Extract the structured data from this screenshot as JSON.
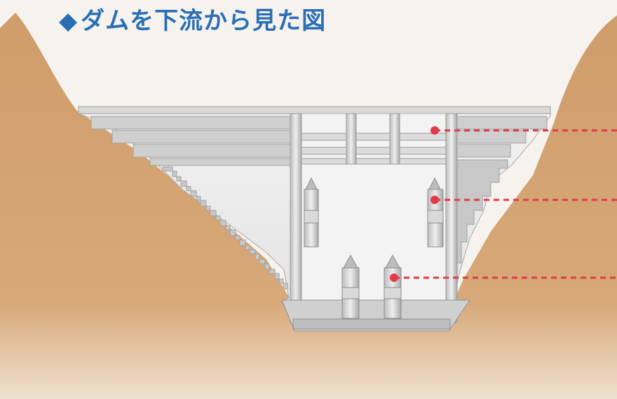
{
  "title": {
    "marker": "◆",
    "text": "ダムを下流から見た図"
  },
  "colors": {
    "title": "#2a6fb4",
    "ground": "#d4a473",
    "concrete_light": "#e9e9e9",
    "concrete_mid": "#c9c9c9",
    "concrete_dark": "#9d9d9d",
    "marker": "#e23a4a",
    "leader_line": "#e23a4a",
    "background": "#f6f3ee"
  },
  "markers": [
    {
      "id": "top-gallery"
    },
    {
      "id": "middle-gallery"
    },
    {
      "id": "lower-gallery"
    }
  ]
}
